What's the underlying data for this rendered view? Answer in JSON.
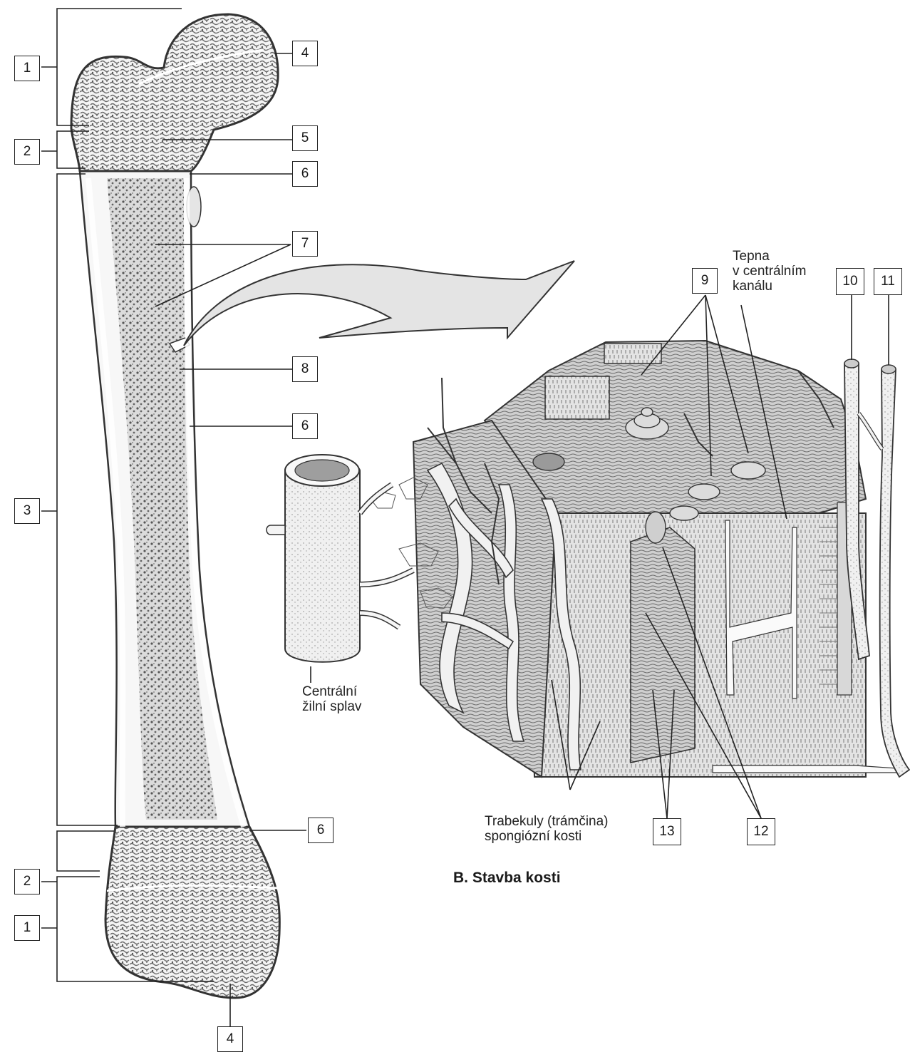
{
  "labels": {
    "l1_top": "1",
    "l2_top": "2",
    "l3": "3",
    "l2_bottom": "2",
    "l1_bottom": "1",
    "l4_top": "4",
    "l4_bottom": "4",
    "l5": "5",
    "l6_a": "6",
    "l6_b": "6",
    "l6_c": "6",
    "l7": "7",
    "l8": "8",
    "l9": "9",
    "l10": "10",
    "l11": "11",
    "l12": "12",
    "l13": "13"
  },
  "captions": {
    "tepna_line1": "Tepna",
    "tepna_line2": "v centrálním",
    "tepna_line3": "kanálu",
    "splav_line1": "Centrální",
    "splav_line2": "žilní splav",
    "trabekuly_line1": "Trabekuly (trámčina)",
    "trabekuly_line2": "spongiózní kosti"
  },
  "section_title": "B. Stavba kosti"
}
